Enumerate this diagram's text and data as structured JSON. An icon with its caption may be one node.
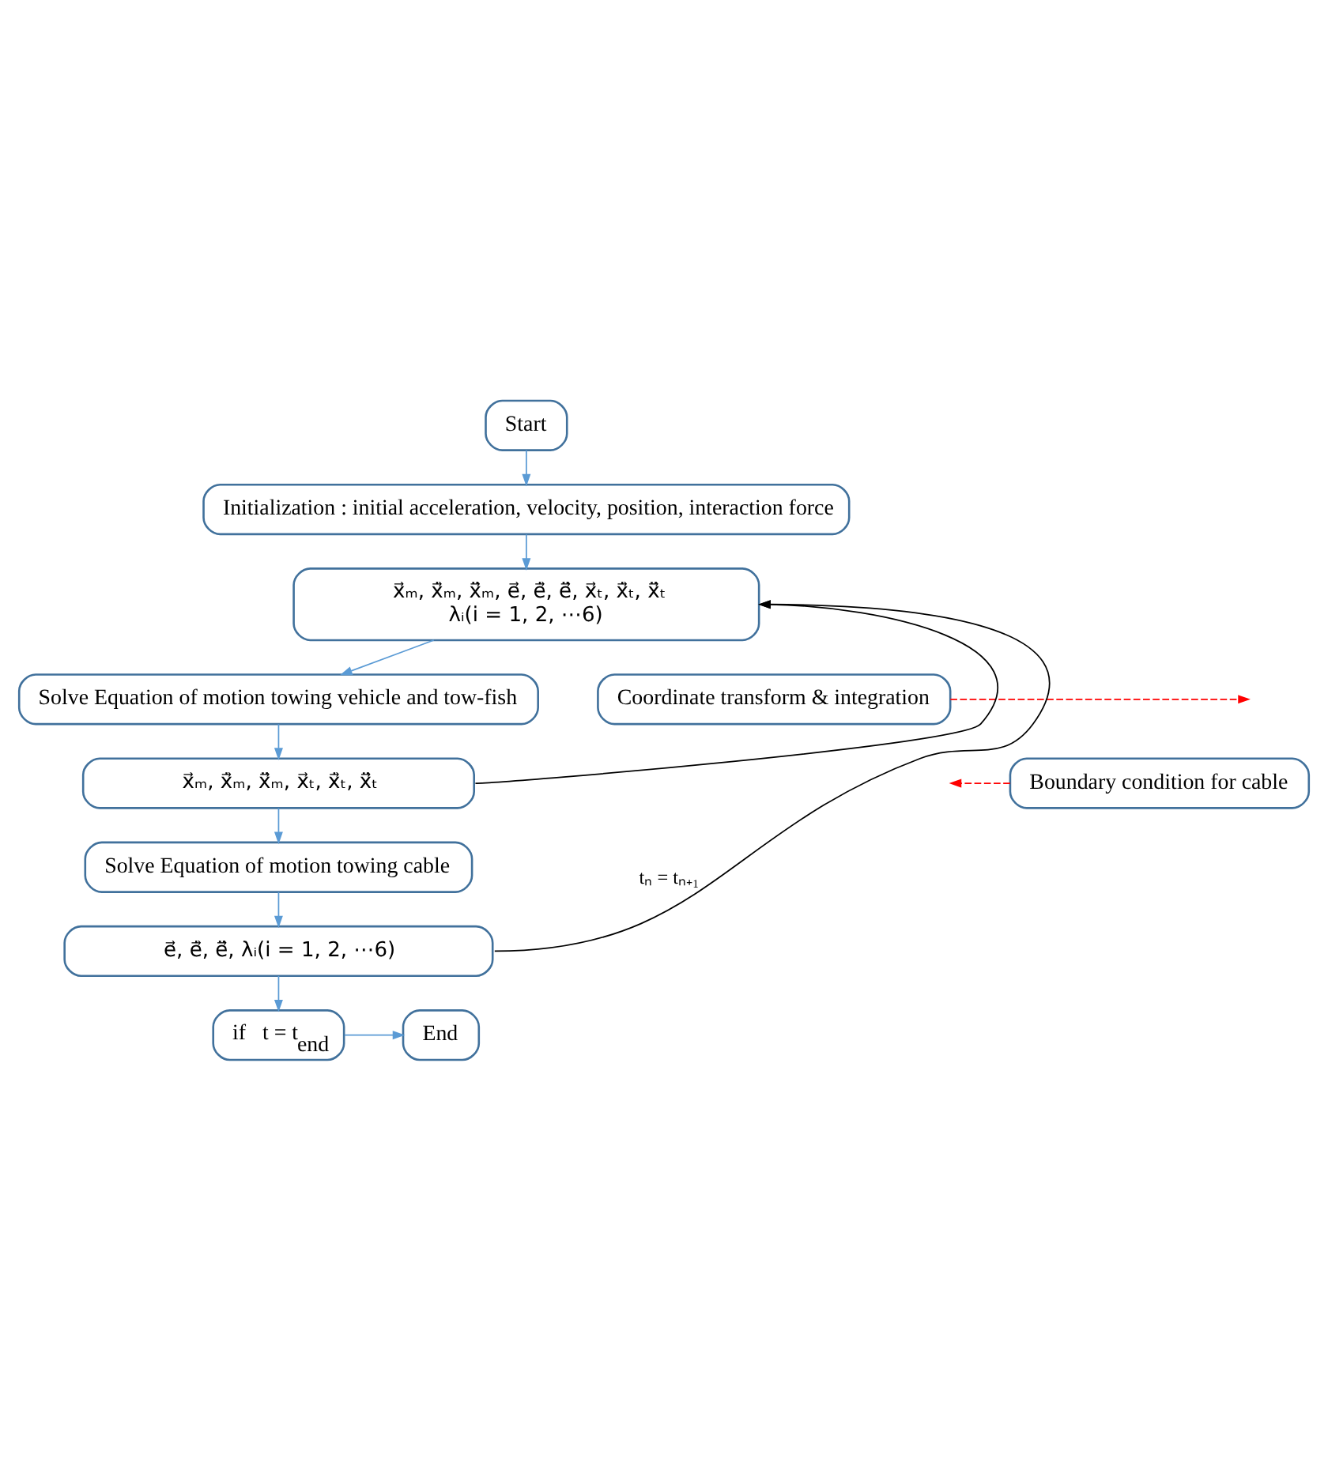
{
  "diagram": {
    "nodes": [
      {
        "text": [
          "Start"
        ]
      },
      {
        "text": [
          "Initialization : initial acceleration, velocity, position, interaction force"
        ]
      },
      {
        "text": [
          "x⃗ₘ, x⃗̇ₘ, x⃗̈ₘ, e⃗, e⃗̇, e⃗̈, x⃗ₜ, x⃗̇ₜ, x⃗̈ₜ",
          "λᵢ(i = 1, 2, ⋯6)"
        ]
      },
      {
        "text": [
          "Solve Equation of motion towing vehicle and tow-fish"
        ]
      },
      {
        "text": [
          "Coordinate transform & integration"
        ]
      },
      {
        "text": [
          "x⃗ₘ, x⃗̇ₘ, x⃗̈ₘ, x⃗ₜ, x⃗̇ₜ, x⃗̈ₜ"
        ]
      },
      {
        "text": [
          "Boundary condition for cable"
        ]
      },
      {
        "text": [
          "Solve Equation of motion towing cable"
        ]
      },
      {
        "text": [
          "e⃗, e⃗̇, e⃗̈, λᵢ(i = 1, 2, ⋯6)"
        ]
      },
      {
        "text": [
          "if   t = t$_{end}$"
        ]
      },
      {
        "text": [
          "End"
        ]
      }
    ],
    "edges": [
      {
        "from": 0,
        "to": 1,
        "arrow": "to"
      },
      {
        "from": 1,
        "to": 2,
        "arrow": "to"
      },
      {
        "from": 2,
        "to": 3,
        "arrow": "to"
      },
      {
        "from": 3,
        "to": 5,
        "arrow": "to"
      },
      {
        "from": 4,
        "to": null,
        "arrow": "to",
        "style": "dashed",
        "color": "#ff0000"
      },
      {
        "from": 5,
        "to": 7,
        "arrow": "to"
      },
      {
        "from": 6,
        "to": null,
        "arrow": "to",
        "style": "dashed",
        "color": "#ff0000"
      },
      {
        "from": 7,
        "to": 8,
        "arrow": "to"
      },
      {
        "from": 5,
        "to": 2,
        "arrow": "to",
        "color": "#000000"
      },
      {
        "from": 8,
        "to": 2,
        "arrow": "to",
        "label": "tₙ = tₙ₊₁",
        "color": "#000000"
      },
      {
        "from": 8,
        "to": 9,
        "arrow": "to"
      },
      {
        "from": 9,
        "to": 10,
        "arrow": "to"
      }
    ]
  }
}
